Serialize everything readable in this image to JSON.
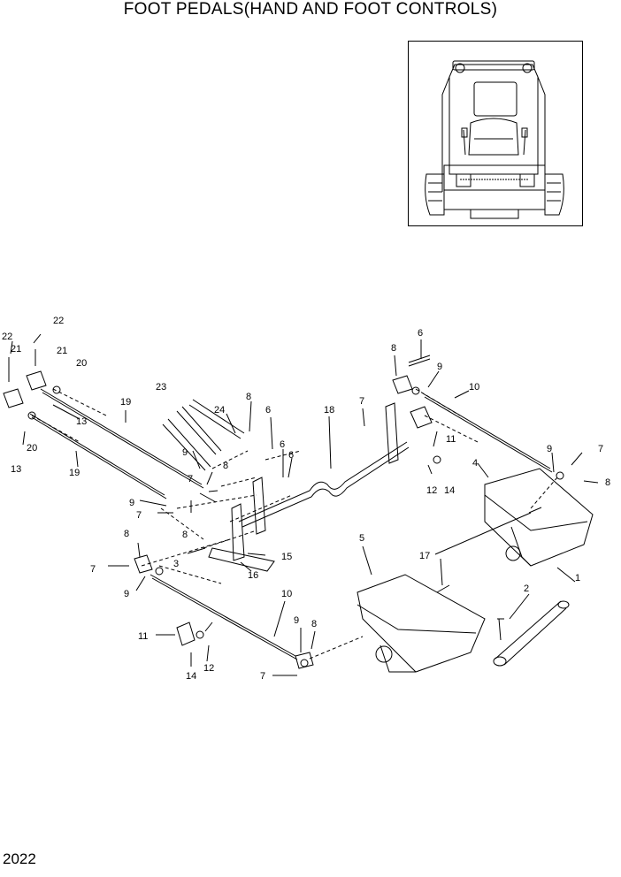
{
  "title": "FOOT PEDALS(HAND AND FOOT CONTROLS)",
  "page_number": "2022",
  "callouts": [
    "1",
    "2",
    "3",
    "4",
    "5",
    "6",
    "6",
    "6",
    "7",
    "7",
    "7",
    "7",
    "7",
    "8",
    "8",
    "8",
    "8",
    "8",
    "9",
    "9",
    "9",
    "9",
    "9",
    "9",
    "10",
    "10",
    "11",
    "11",
    "12",
    "12",
    "13",
    "13",
    "14",
    "14",
    "15",
    "16",
    "17",
    "18",
    "19",
    "19",
    "20",
    "20",
    "21",
    "21",
    "22",
    "22",
    "23",
    "24"
  ]
}
